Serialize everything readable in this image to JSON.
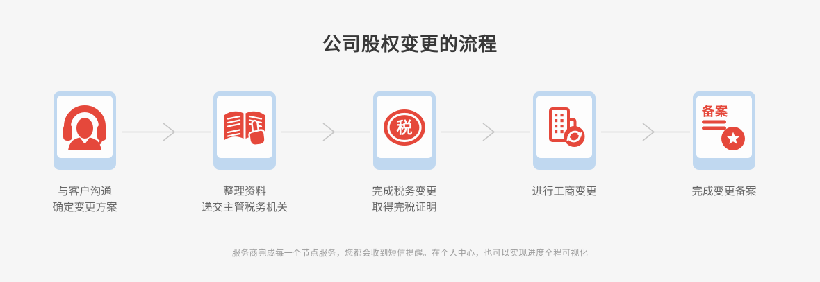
{
  "title": "公司股权变更的流程",
  "caption": "服务商完成每一个节点服务，您都会收到短信提醒。在个人中心，也可以实现进度全程可视化",
  "colors": {
    "background": "#f6f6f6",
    "accent_red": "#e5483b",
    "card_blue": "#c0d8f0",
    "panel_white": "#fdfdfd",
    "arrow_gray": "#c7c7c7",
    "title_text": "#383838",
    "label_text": "#666666",
    "caption_text": "#9c9c9c"
  },
  "steps": [
    {
      "icon": "customer-service-agent",
      "lines": [
        "与客户沟通",
        "确定变更方案"
      ]
    },
    {
      "icon": "open-book-with-pointing-hand",
      "lines": [
        "整理资料",
        "递交主管税务机关"
      ]
    },
    {
      "icon": "tax-seal",
      "seal_char": "税",
      "lines": [
        "完成税务变更",
        "取得完税证明"
      ]
    },
    {
      "icon": "building-with-refresh",
      "lines": [
        "进行工商变更"
      ]
    },
    {
      "icon": "filing-stamp-with-star",
      "stamp_text": "备案",
      "lines": [
        "完成变更备案"
      ]
    }
  ]
}
